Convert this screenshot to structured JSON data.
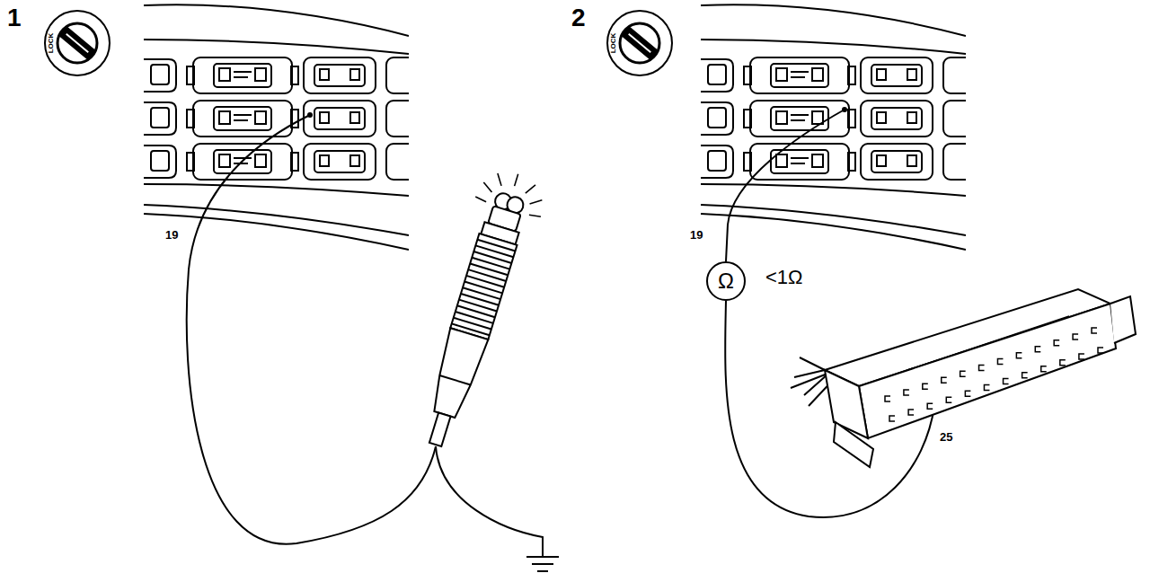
{
  "diagram": {
    "nodes": [
      {
        "text": [
          "Ω"
        ]
      }
    ],
    "labels": [
      "1",
      "LOCK",
      "19",
      "2",
      "LOCK",
      "19",
      "<1Ω",
      "25"
    ]
  }
}
